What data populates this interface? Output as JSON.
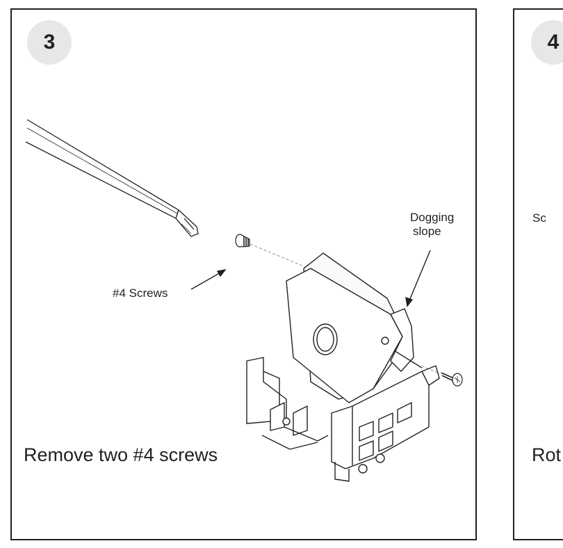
{
  "panels": [
    {
      "step": "3",
      "caption": "Remove two #4 screws",
      "labels": {
        "dogging_line1": "Dogging",
        "dogging_line2": "slope",
        "screws": "#4 Screws"
      }
    },
    {
      "step": "4",
      "caption": "Rot",
      "labels": {
        "partial": "Sc"
      }
    }
  ]
}
